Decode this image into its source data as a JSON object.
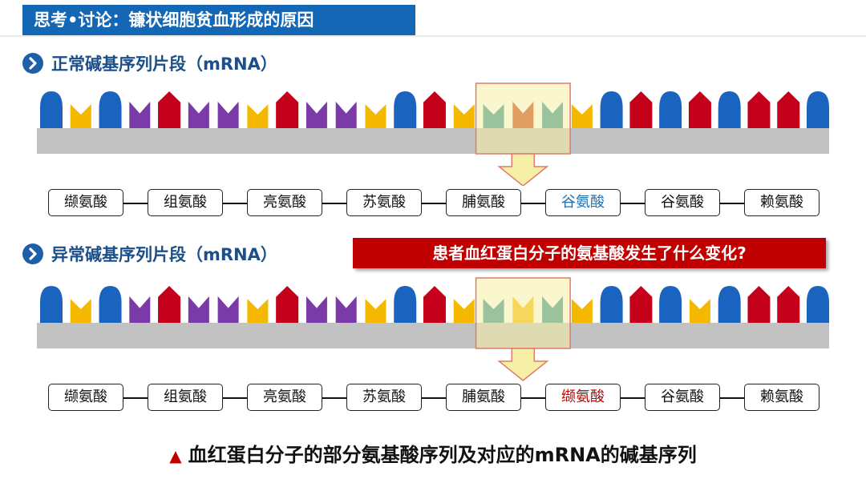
{
  "title": "思考•讨论：镰状细胞贫血形成的原因",
  "normal_section": {
    "heading": "正常碱基序列片段（mRNA）",
    "bases": [
      "U",
      "A",
      "U",
      "G",
      "C",
      "G",
      "G",
      "A",
      "C",
      "G",
      "G",
      "A",
      "U",
      "C",
      "A",
      "A",
      "G",
      "G",
      "A",
      "U",
      "C",
      "U",
      "C",
      "U",
      "C",
      "C",
      "U"
    ],
    "amino_acids": [
      "缬氨酸",
      "组氨酸",
      "亮氨酸",
      "苏氨酸",
      "脯氨酸",
      "谷氨酸",
      "谷氨酸",
      "赖氨酸"
    ],
    "highlight_index": 5
  },
  "abnormal_section": {
    "heading": "异常碱基序列片段（mRNA）",
    "bases": [
      "U",
      "A",
      "U",
      "G",
      "C",
      "G",
      "G",
      "A",
      "C",
      "G",
      "G",
      "A",
      "U",
      "C",
      "A",
      "A",
      "G",
      "G",
      "A",
      "U",
      "C",
      "U",
      "A",
      "U",
      "C",
      "C",
      "U"
    ],
    "amino_acids": [
      "缬氨酸",
      "组氨酸",
      "亮氨酸",
      "苏氨酸",
      "脯氨酸",
      "缬氨酸",
      "谷氨酸",
      "赖氨酸"
    ],
    "highlight_index": 5
  },
  "question": "患者血红蛋白分子的氨基酸发生了什么变化?",
  "footer": {
    "marker": "▲",
    "caption": "血红蛋白分子的部分氨基酸序列及对应的mRNA的碱基序列"
  },
  "colors": {
    "U": "#1a64c0",
    "A": "#f5b800",
    "G": "#7a3aa8",
    "C": "#c5001a",
    "codon_U": "#2a8a92",
    "codon_C": "#c73a10",
    "codon_A": "#f5b800",
    "backbone": "#c2c2c2",
    "highlight_fill": "#f6f0a6",
    "highlight_border": "#e07a6a",
    "normal_aa": "#1f6fb0",
    "mutant_aa": "#c00000"
  }
}
